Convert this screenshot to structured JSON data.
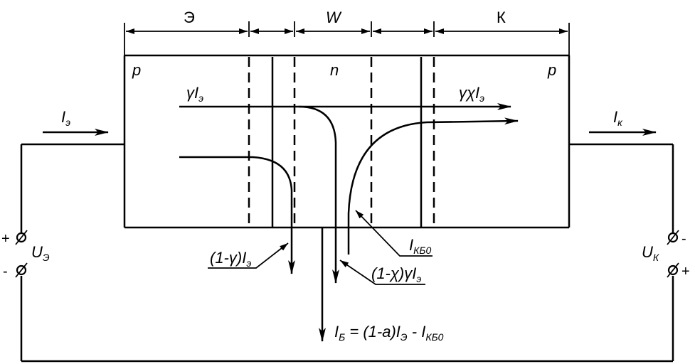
{
  "regions": {
    "emitter_width": "Э",
    "base_width": "W",
    "collector_width": "К"
  },
  "layers": {
    "left": "p",
    "middle": "n",
    "right": "p"
  },
  "flows": {
    "gamma_main": {
      "coef": "γ",
      "sym": "I",
      "sub": "э"
    },
    "gamma_chi": {
      "coef": "γχ",
      "sym": "I",
      "sub": "э"
    },
    "one_minus_gamma": {
      "coef": "(1-γ)",
      "sym": "I",
      "sub": "э"
    },
    "one_minus_chi_gamma": {
      "coef": "(1-χ)γ",
      "sym": "I",
      "sub": "э"
    },
    "ikbo": {
      "sym": "I",
      "sub": "КБ0"
    }
  },
  "currents": {
    "emitter": {
      "sym": "I",
      "sub": "э"
    },
    "collector": {
      "sym": "I",
      "sub": "к"
    }
  },
  "voltages": {
    "emitter": {
      "sym": "U",
      "sub": "Э",
      "plus": "+",
      "minus": "-"
    },
    "collector": {
      "sym": "U",
      "sub": "К",
      "plus": "+",
      "minus": "-"
    }
  },
  "base_current": {
    "sym": "I",
    "sub": "Б",
    "expr": " = (1-a)",
    "sym2": "I",
    "sub2": "Э",
    "tail": " - ",
    "sym3": "I",
    "sub3": "КБ0"
  }
}
